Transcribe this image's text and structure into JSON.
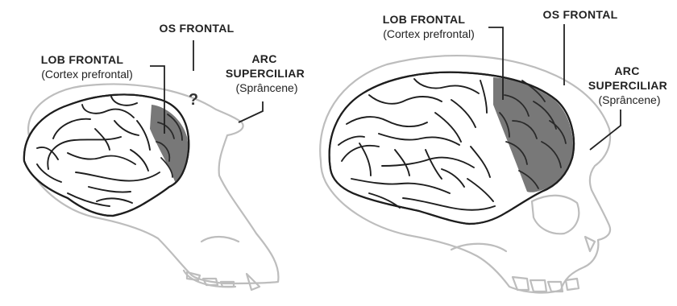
{
  "colors": {
    "skull": "#bdbdbd",
    "brain_outline": "#1e1e1e",
    "frontal_lobe_fill": "#787878",
    "label_text": "#222222"
  },
  "left_figure": {
    "os_frontal": "OS FRONTAL",
    "unknown_mark": "?",
    "lob_frontal": "LOB FRONTAL",
    "lob_frontal_sub": "(Cortex prefrontal)",
    "arc_line1": "ARC",
    "arc_line2": "SUPERCILIAR",
    "arc_sub": "(Sprâncene)"
  },
  "right_figure": {
    "lob_frontal": "LOB FRONTAL",
    "lob_frontal_sub": "(Cortex prefrontal)",
    "os_frontal": "OS FRONTAL",
    "arc_line1": "ARC",
    "arc_line2": "SUPERCILIAR",
    "arc_sub": "(Sprâncene)"
  }
}
